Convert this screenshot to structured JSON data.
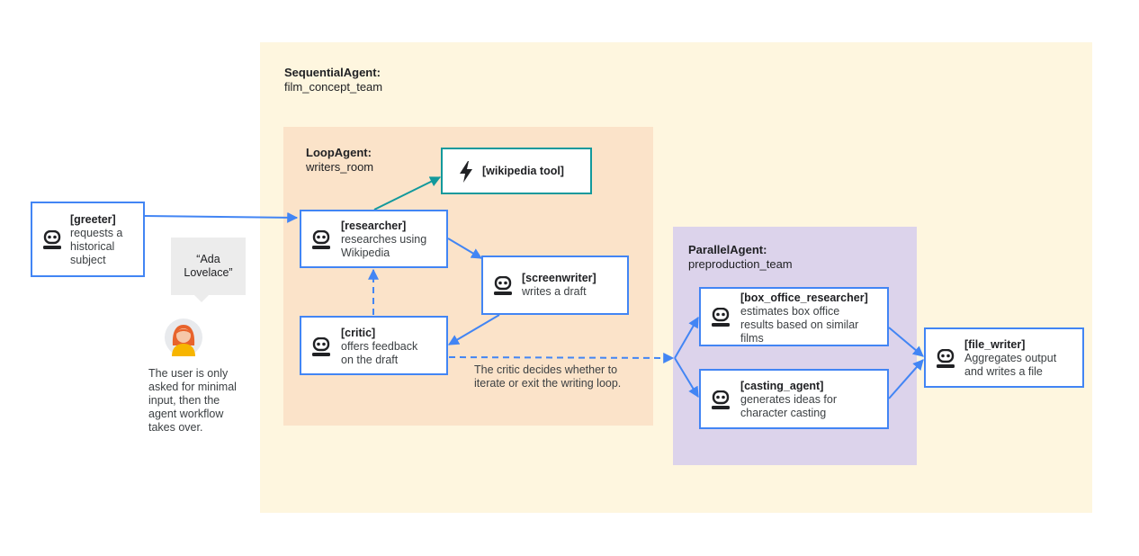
{
  "colors": {
    "sequential_bg": "#fef6df",
    "loop_bg": "#fbe3c9",
    "parallel_bg": "#dcd3eb",
    "agent_border": "#4285f4",
    "tool_border": "#12999c",
    "arrow_blue": "#4285f4",
    "arrow_teal": "#12999c"
  },
  "sequential": {
    "type": "SequentialAgent:",
    "name": "film_concept_team"
  },
  "loop": {
    "type": "LoopAgent:",
    "name": "writers_room"
  },
  "parallel": {
    "type": "ParallelAgent:",
    "name": "preproduction_team"
  },
  "tool": {
    "icon": "lightning-icon",
    "label": "[wikipedia tool]"
  },
  "agents": {
    "greeter": {
      "name": "[greeter]",
      "desc": "requests a\nhistorical\nsubject",
      "icon": "robot-icon"
    },
    "researcher": {
      "name": "[researcher]",
      "desc": "researches using\nWikipedia",
      "icon": "robot-icon"
    },
    "screenwriter": {
      "name": "[screenwriter]",
      "desc": "writes a draft",
      "icon": "robot-icon"
    },
    "critic": {
      "name": "[critic]",
      "desc": "offers feedback\non the draft",
      "icon": "robot-icon"
    },
    "box_office": {
      "name": "[box_office_researcher]",
      "desc": "estimates box office\nresults based on similar\nfilms",
      "icon": "robot-icon"
    },
    "casting": {
      "name": "[casting_agent]",
      "desc": "generates ideas for\ncharacter casting",
      "icon": "robot-icon"
    },
    "file_writer": {
      "name": "[file_writer]",
      "desc": "Aggregates output\nand writes a file",
      "icon": "robot-icon"
    }
  },
  "user": {
    "icon": "user-avatar-icon",
    "quote": "“Ada\nLovelace”",
    "note": "The user is only\nasked for minimal\ninput, then the\nagent workflow\ntakes over."
  },
  "critic_note": "The critic decides whether to\niterate or exit the writing loop."
}
